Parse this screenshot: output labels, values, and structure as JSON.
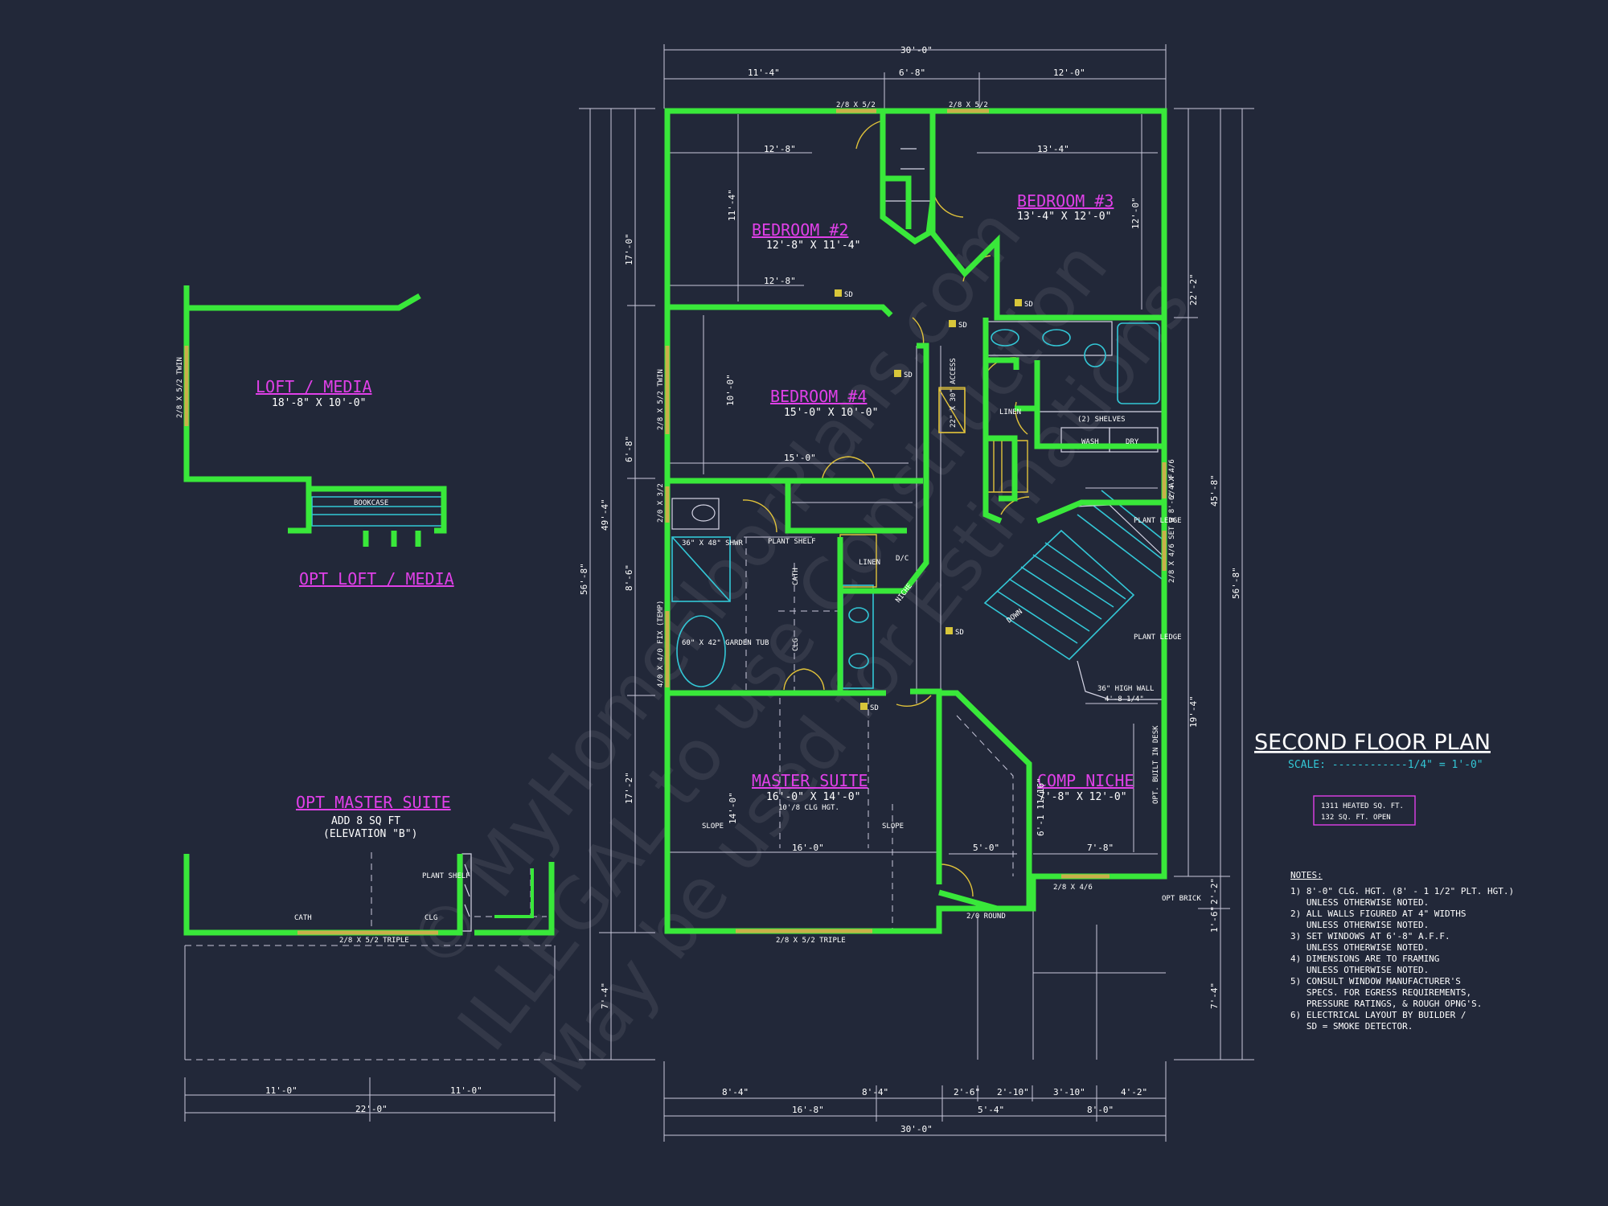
{
  "colors": {
    "background": "#222839",
    "walls": "#39e83a",
    "room_labels": "#e040e8",
    "fixtures": "#33c7d6",
    "smoke_detector": "#d8c63a"
  },
  "title": {
    "main": "SECOND FLOOR PLAN",
    "scale": "SCALE: ------------1/4\" = 1'-0\""
  },
  "area_box": {
    "heated": "1311 HEATED SQ. FT.",
    "open": "132 SQ. FT. OPEN"
  },
  "rooms": {
    "bedroom2": {
      "name": "BEDROOM #2",
      "size": "12'-8\" X 11'-4\""
    },
    "bedroom3": {
      "name": "BEDROOM #3",
      "size": "13'-4\" X 12'-0\""
    },
    "bedroom4": {
      "name": "BEDROOM #4",
      "size": "15'-0\" X 10'-0\""
    },
    "master": {
      "name": "MASTER SUITE",
      "size": "16'-0\" X 14'-0\"",
      "note": "10'/8 CLG HGT."
    },
    "comp": {
      "name": "COMP NICHE",
      "size": "7'-8\" X 12'-0\""
    },
    "loft": {
      "name": "LOFT / MEDIA",
      "size": "18'-8\" X 10'-0\""
    },
    "opt_loft": {
      "name": "OPT LOFT / MEDIA"
    },
    "opt_master": {
      "name": "OPT MASTER SUITE",
      "line1": "ADD 8 SQ FT",
      "line2": "(ELEVATION \"B\")"
    }
  },
  "labels": {
    "window_top_left": "2/8 X 5/2",
    "window_top_right": "2/8 X 5/2",
    "sd": "SD",
    "linen": "LINEN",
    "linen2": "LINEN",
    "shelves": "(2) SHELVES",
    "wash": "WASH",
    "dry": "DRY",
    "attic": "22\" X 30\" ACCESS",
    "plant_shelf": "PLANT SHELF",
    "dic": "D/C",
    "niche": "NICHE",
    "shwr": "36\" X 48\" SHWR",
    "tub": "60\" X 42\" GARDEN TUB",
    "cath": "CATH",
    "clg": "CLG",
    "plant_ledge_top": "PLANT LEDGE",
    "plant_ledge_bottom": "PLANT LEDGE",
    "down": "DOWN",
    "high_wall": "36\" HIGH WALL",
    "high_wall_dim": "4'-8 1/4\"",
    "built_in_desk": "OPT. BUILT IN DESK",
    "opt_brick": "OPT BRICK",
    "slope": "SLOPE",
    "bookcase": "BOOKCASE",
    "window_master": "2/8 X 5/2 TRIPLE",
    "window_opt_master": "2/8 X 5/2 TRIPLE",
    "round": "2/0 ROUND",
    "window_comp": "2/8 X 4/6",
    "window_loft": "2/8 X 5/2 TWIN",
    "window_bed4": "2/8 X 5/2 TWIN",
    "window_bath": "2/0 X 3/2",
    "window_tub": "4/0 X 4/0 FIX (TEMP)",
    "window_stair": "2/4 X 4/6",
    "window_stair2": "2/8 X 4/6 SET @ 8'-6\" A.F.",
    "plant_shelf_opt": "PLANT SHELF",
    "cath_opt": "CATH",
    "clg_opt": "CLG"
  },
  "dims": {
    "top_total": "30'-0\"",
    "top_a": "11'-4\"",
    "top_b": "6'-8\"",
    "top_c": "12'-0\"",
    "bot_total": "30'-0\"",
    "bot_a": "16'-8\"",
    "bot_b": "5'-4\"",
    "bot_c": "8'-0\"",
    "bot_1": "8'-4\"",
    "bot_2": "8'-4\"",
    "bot_3": "2'-6\"",
    "bot_4": "2'-10\"",
    "bot_5": "3'-10\"",
    "bot_6": "4'-2\"",
    "left_total": "56'-8\"",
    "left_a": "49'-4\"",
    "left_b": "7'-4\"",
    "left_1": "17'-0\"",
    "left_2": "6'-8\"",
    "left_3": "8'-6\"",
    "left_4": "17'-2\"",
    "right_total": "56'-8\"",
    "right_a": "45'-8\"",
    "right_1": "22'-2\"",
    "right_2": "19'-4\"",
    "right_3": "2'-2\"",
    "right_4": "1'-6\"",
    "right_5": "7'-4\"",
    "opt_total": "22'-0\"",
    "opt_a": "11'-0\"",
    "opt_b": "11'-0\"",
    "b2_w": "12'-8\"",
    "b2_w2": "12'-8\"",
    "b2_h": "11'-4\"",
    "b3_w": "13'-4\"",
    "b3_h": "12'-0\"",
    "b4_w": "15'-0\"",
    "b4_h": "10'-0\"",
    "m_w": "16'-0\"",
    "m_h": "14'-0\"",
    "c_w": "7'-8\"",
    "c_h": "6'-1 11/16\"",
    "c_w2": "5'-0\""
  },
  "notes": {
    "heading": "NOTES:",
    "lines": [
      "1) 8'-0\" CLG. HGT. (8' - 1 1/2\" PLT. HGT.)",
      "   UNLESS OTHERWISE NOTED.",
      "2) ALL WALLS FIGURED AT 4\" WIDTHS",
      "   UNLESS OTHERWISE NOTED.",
      "3) SET WINDOWS AT 6'-8\" A.F.F.",
      "   UNLESS OTHERWISE NOTED.",
      "4) DIMENSIONS ARE TO FRAMING",
      "   UNLESS OTHERWISE NOTED.",
      "5) CONSULT WINDOW MANUFACTURER'S",
      "   SPECS. FOR EGRESS REQUIREMENTS,",
      "   PRESSURE RATINGS, & ROUGH OPNG'S.",
      "6) ELECTRICAL LAYOUT BY BUILDER /",
      "   SD = SMOKE DETECTOR."
    ]
  },
  "watermark": {
    "line1": "© MyHomeFloorPlans.com",
    "line2": "ILLEGAL to use Construction",
    "line3": "May be used for Estimations"
  }
}
